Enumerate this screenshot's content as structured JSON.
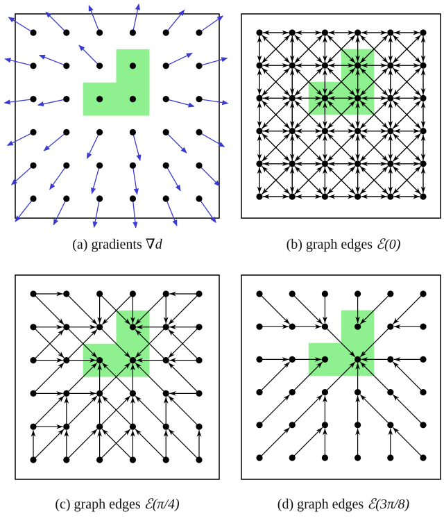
{
  "panels": [
    {
      "id": "a",
      "caption_prefix": "(a) gradients ",
      "caption_math": "∇d",
      "kind": "gradients"
    },
    {
      "id": "b",
      "caption_prefix": "(b) graph edges ",
      "caption_math": "ℰ(0)",
      "kind": "edges-all"
    },
    {
      "id": "c",
      "caption_prefix": "(c) graph edges ",
      "caption_math": "ℰ(π/4)",
      "kind": "edges-pi4"
    },
    {
      "id": "d",
      "caption_prefix": "(d) graph edges ",
      "caption_math": "ℰ(3π/8)",
      "kind": "edges-3pi8"
    }
  ],
  "grid": {
    "rows": 6,
    "cols": 6
  },
  "region_cells": [
    [
      3,
      1
    ],
    [
      2,
      2
    ],
    [
      3,
      2
    ]
  ],
  "colors": {
    "region": "#8ef08e",
    "gradient_arrow": "#3a3ad0",
    "edge": "#000000",
    "node": "#000000"
  }
}
